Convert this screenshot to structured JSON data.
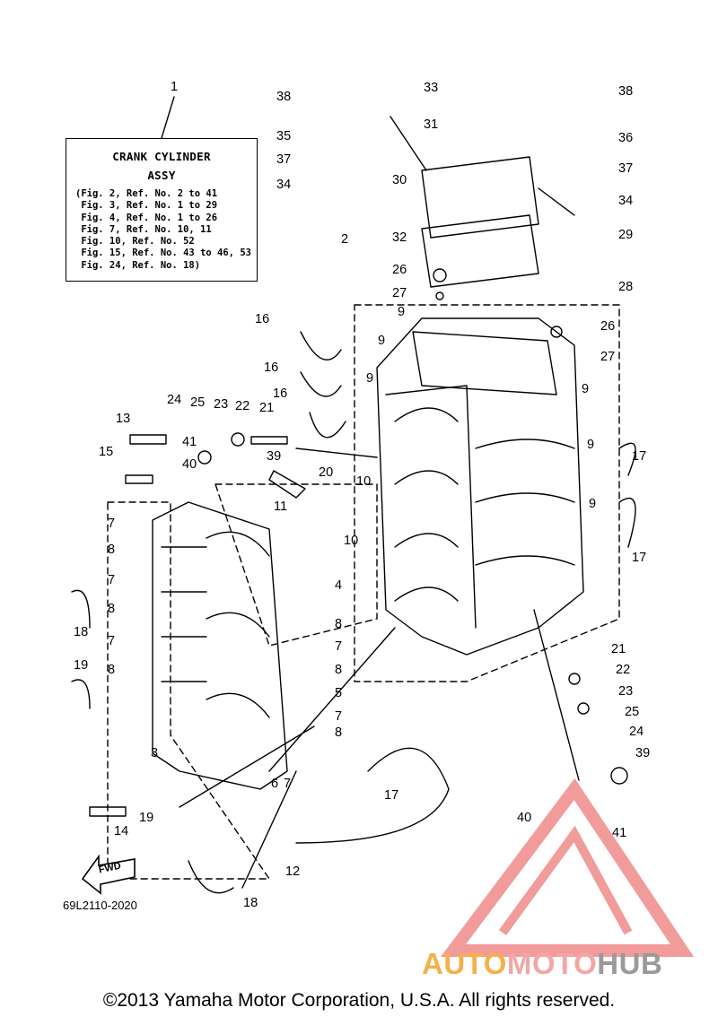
{
  "info_box": {
    "ref_number": "1",
    "title_line1": "CRANK CYLINDER",
    "title_line2": "ASSY",
    "refs": [
      "(Fig. 2, Ref. No. 2 to 41",
      " Fig. 3, Ref. No. 1 to 29",
      " Fig. 4, Ref. No. 1 to 26",
      " Fig. 7, Ref. No. 10, 11",
      " Fig. 10, Ref. No. 52",
      " Fig. 15, Ref. No. 43 to 46, 53",
      " Fig. 24, Ref. No. 18)"
    ]
  },
  "part_labels": [
    "38",
    "33",
    "38",
    "31",
    "35",
    "36",
    "37",
    "30",
    "37",
    "34",
    "34",
    "2",
    "32",
    "29",
    "26",
    "28",
    "27",
    "9",
    "26",
    "16",
    "9",
    "27",
    "16",
    "9",
    "16",
    "9",
    "24",
    "25",
    "23",
    "22",
    "21",
    "13",
    "41",
    "39",
    "9",
    "17",
    "15",
    "40",
    "20",
    "10",
    "9",
    "11",
    "7",
    "10",
    "17",
    "8",
    "7",
    "4",
    "8",
    "18",
    "7",
    "8",
    "7",
    "8",
    "21",
    "19",
    "8",
    "22",
    "5",
    "23",
    "8",
    "25",
    "7",
    "3",
    "24",
    "39",
    "6",
    "7",
    "17",
    "14",
    "19",
    "40",
    "41",
    "12",
    "18"
  ],
  "fwd_label": "FWD",
  "diagram_code": "69L2110-2020",
  "copyright": "©2013 Yamaha Motor Corporation, U.S.A. All rights reserved.",
  "watermark": {
    "part1": "AUTO",
    "part2": "MOTO",
    "part3": "HUB",
    "colors": {
      "orange": "#f4b04a",
      "pink": "#f3a6a6",
      "gray": "#9a9a9a",
      "triangle": "#f08a8a"
    }
  }
}
